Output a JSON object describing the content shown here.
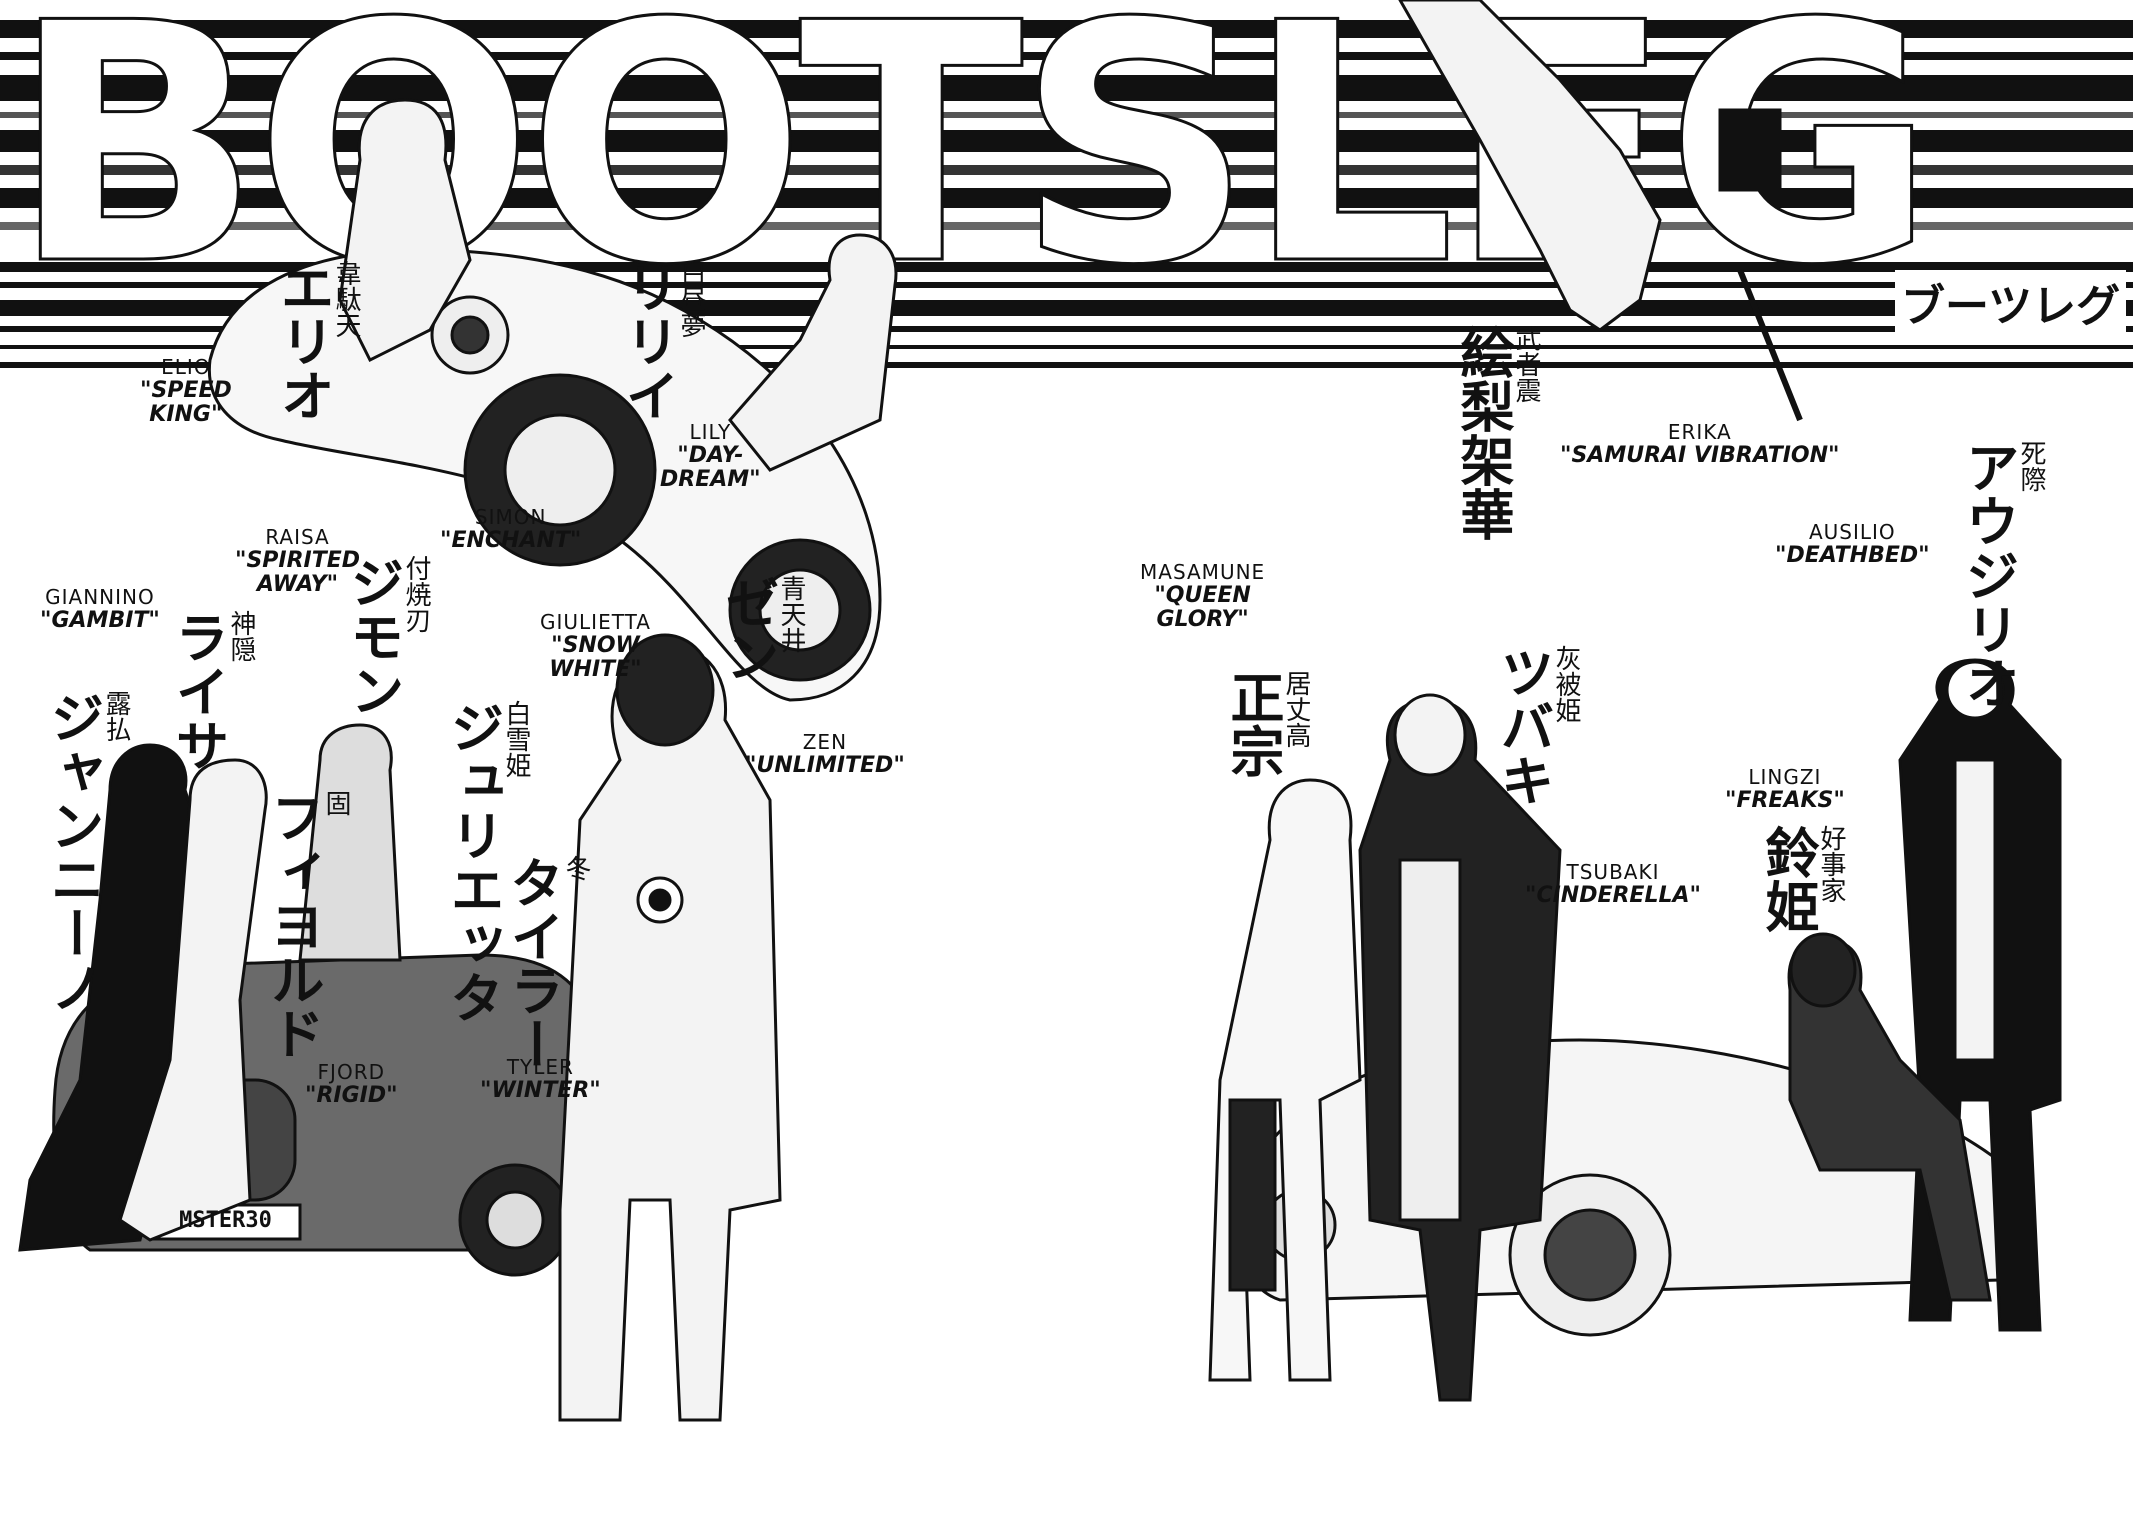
{
  "title": {
    "logo": "BOOTSLEG",
    "subtitle": "ブーツレグ"
  },
  "characters": [
    {
      "id": "elio",
      "name": "ELIO",
      "title_lines": [
        "\"SPEED",
        "KING\""
      ],
      "kanji": "韋駄天",
      "katakana": "エリオ"
    },
    {
      "id": "lily",
      "name": "LILY",
      "title_lines": [
        "\"DAY-",
        "DREAM\""
      ],
      "kanji": "白昼夢",
      "katakana": "リリイ"
    },
    {
      "id": "raisa",
      "name": "RAISA",
      "title_lines": [
        "\"SPIRITED",
        "AWAY\""
      ],
      "kanji": "神隠",
      "katakana": "ライサ"
    },
    {
      "id": "simon",
      "name": "SIMON",
      "title_lines": [
        "\"ENCHANT\""
      ],
      "kanji": "付焼刃",
      "katakana": "ジモン"
    },
    {
      "id": "giannino",
      "name": "GIANNINO",
      "title_lines": [
        "\"GAMBIT\""
      ],
      "kanji": "露払",
      "katakana": "ジャンニーノ"
    },
    {
      "id": "giulietta",
      "name": "GIULIETTA",
      "title_lines": [
        "\"SNOW",
        "WHITE\""
      ],
      "kanji": "白雪姫",
      "katakana": "ジュリエッタ"
    },
    {
      "id": "zen",
      "name": "ZEN",
      "title_lines": [
        "\"UNLIMITED\""
      ],
      "kanji": "青天井",
      "katakana": "ゼン"
    },
    {
      "id": "fjord",
      "name": "FJORD",
      "title_lines": [
        "\"RIGID\""
      ],
      "kanji": "固",
      "katakana": "フィヨルド"
    },
    {
      "id": "tyler",
      "name": "TYLER",
      "title_lines": [
        "\"WINTER\""
      ],
      "kanji": "冬",
      "katakana": "タイラー"
    },
    {
      "id": "erika",
      "name": "ERIKA",
      "title_lines": [
        "\"SAMURAI VIBRATION\""
      ],
      "kanji": "武者震",
      "katakana": "絵梨架華"
    },
    {
      "id": "masamune",
      "name": "MASAMUNE",
      "title_lines": [
        "\"QUEEN",
        "GLORY\""
      ],
      "kanji": "居丈高",
      "katakana": "正宗"
    },
    {
      "id": "ausilio",
      "name": "AUSILIO",
      "title_lines": [
        "\"DEATHBED\""
      ],
      "kanji": "死際",
      "katakana": "アウジリオ"
    },
    {
      "id": "tsubaki",
      "name": "TSUBAKI",
      "title_lines": [
        "\"CINDERELLA\""
      ],
      "kanji": "灰被姫",
      "katakana": "ツバキ"
    },
    {
      "id": "lingzi",
      "name": "LINGZI",
      "title_lines": [
        "\"FREAKS\""
      ],
      "kanji": "好事家",
      "katakana": "鈴姫"
    }
  ],
  "plate": "MSTER30"
}
